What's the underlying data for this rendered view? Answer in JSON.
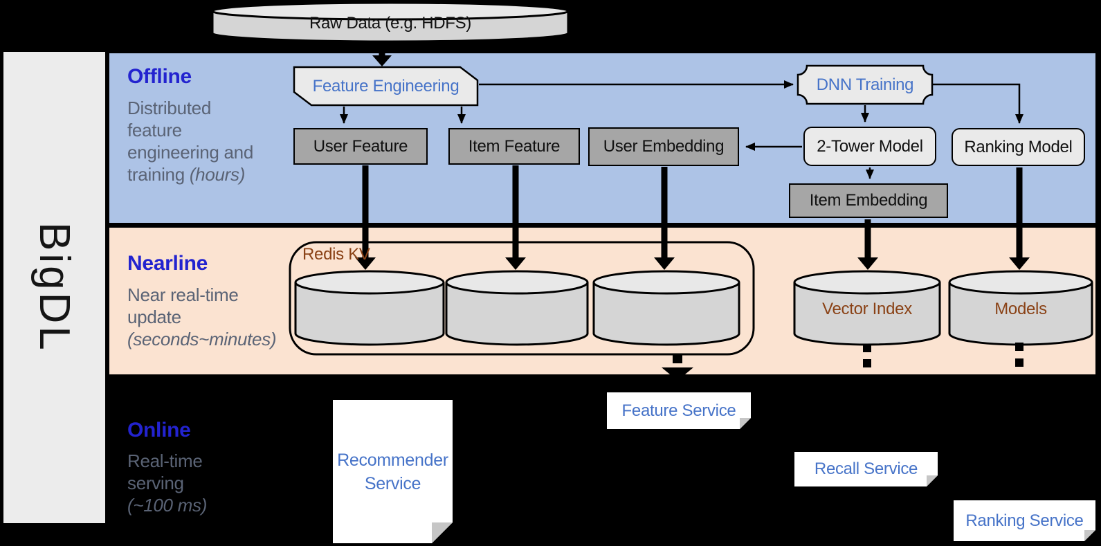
{
  "brand": "BigDL",
  "raw_data_label": "Raw Data (e.g. HDFS)",
  "sections": {
    "offline": {
      "title": "Offline",
      "desc_lines": [
        "Distributed",
        "feature",
        "engineering and"
      ],
      "desc_tail": "training ",
      "desc_tail_italic": "(hours)"
    },
    "nearline": {
      "title": "Nearline",
      "desc_lines": [
        "Near real-time",
        "update"
      ],
      "desc_italic_line": "(seconds~minutes)"
    },
    "online": {
      "title": "Online",
      "desc_lines": [
        "Real-time",
        "serving"
      ],
      "desc_italic_line": "(~100 ms)"
    }
  },
  "nodes": {
    "feature_engineering": "Feature Engineering",
    "dnn_training": "DNN Training",
    "user_feature": "User Feature",
    "item_feature": "Item Feature",
    "user_embedding": "User Embedding",
    "two_tower_model": "2-Tower Model",
    "ranking_model": "Ranking Model",
    "item_embedding": "Item Embedding",
    "redis_kv": "Redis KV",
    "vector_index": "Vector Index",
    "models": "Models",
    "feature_service": "Feature Service",
    "recall_service": "Recall Service",
    "ranking_service": "Ranking Service",
    "recommender_service": "Recommender Service"
  },
  "colors": {
    "offline_band": "#adc3e6",
    "nearline_band": "#fbe3d1",
    "sidebar_gray": "#ececec",
    "node_light_fill": "#eaeaea",
    "node_dark_fill": "#a6a6a6",
    "cylinder_fill": "#d5d5d5",
    "cylinder_top_fill": "#e8e8e8",
    "accent_blue": "#4673c8",
    "accent_green": "#538135",
    "accent_brown": "#8a4216",
    "header_blue": "#2323cf",
    "desc_gray": "#5a6375"
  }
}
